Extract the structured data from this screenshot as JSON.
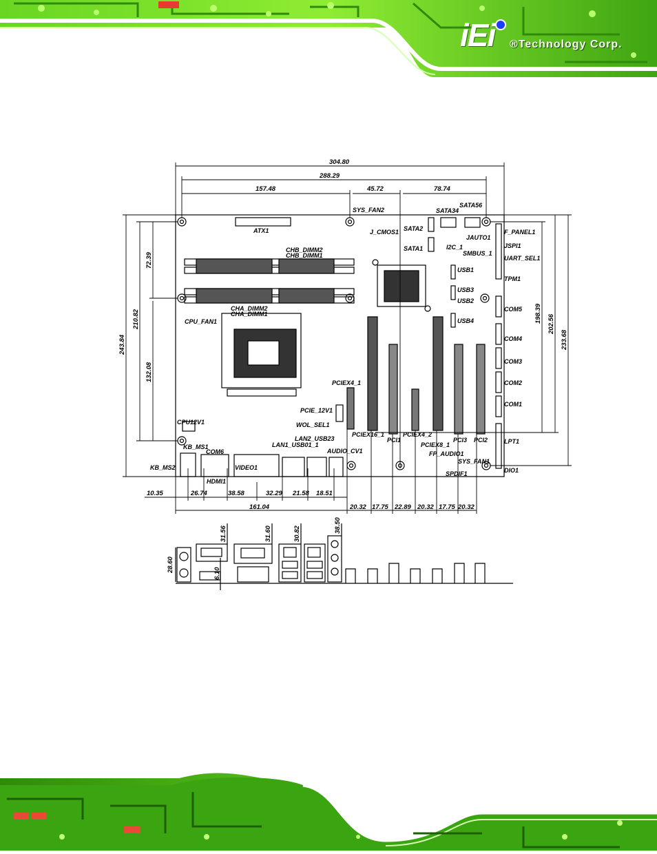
{
  "brand": {
    "logo_text": "iEi",
    "name": "®Technology Corp."
  },
  "diagram": {
    "dimensions": {
      "overall_width": "304.80",
      "hole_span": "288.29",
      "left_span": "157.48",
      "mid_span": "45.72",
      "right_span": "78.74",
      "height_overall": "243.84",
      "height_holes": "210.82",
      "upper_offset": "72.39",
      "lower_offset": "132.08",
      "right_h1": "198.39",
      "right_h2": "202.56",
      "right_h3": "233.68",
      "bottom_left": "10.35",
      "bottom_kb": "26.74",
      "bottom_com": "38.58",
      "bottom_video": "32.29",
      "bottom_lan1": "21.58",
      "bottom_lan2": "18.51",
      "bottom_total": "161.04",
      "slot_a": "20.32",
      "slot_b": "17.75",
      "slot_c": "22.89",
      "slot_d": "20.32",
      "slot_e": "17.75",
      "slot_f": "20.32"
    },
    "io_dimensions": {
      "kb_height": "28.60",
      "com_height": "31.56",
      "hdmi_height": "6.10",
      "video_height": "31.60",
      "lan1_height": "30.82",
      "audio_height": "38.50"
    },
    "labels": {
      "atx1": "ATX1",
      "sys_fan2": "SYS_FAN2",
      "j_cmos1": "J_CMOS1",
      "sata2": "SATA2",
      "sata1": "SATA1",
      "sata34": "SATA34",
      "sata56": "SATA56",
      "f_panel1": "F_PANEL1",
      "jauto1": "JAUTO1",
      "jspi1": "JSPI1",
      "i2c_1": "I2C_1",
      "smbus_1": "SMBUS_1",
      "uart_sel1": "UART_SEL1",
      "chb_dimm2": "CHB_DIMM2",
      "chb_dimm1": "CHB_DIMM1",
      "usb1": "USB1",
      "tpm1": "TPM1",
      "usb3": "USB3",
      "usb2": "USB2",
      "cha_dimm2": "CHA_DIMM2",
      "cha_dimm1": "CHA_DIMM1",
      "com5": "COM5",
      "cpu_fan1": "CPU_FAN1",
      "usb4": "USB4",
      "com4": "COM4",
      "com3": "COM3",
      "pciex4_1": "PCIEX4_1",
      "com2": "COM2",
      "com1": "COM1",
      "pcie_12v1": "PCIE_12V1",
      "cpu12v1": "CPU12V1",
      "wol_sel1": "WOL_SEL1",
      "pciex16_1": "PCIEX16_1",
      "pci1": "PCI1",
      "pciex4_2": "PCIEX4_2",
      "pci3": "PCI3",
      "pci2": "PCI2",
      "lpt1": "LPT1",
      "kb_ms1": "KB_MS1",
      "lan2_usb23": "LAN2_USB23",
      "lan1_usb01_1": "LAN1_USB01_1",
      "audio_cv1": "AUDIO_CV1",
      "pciex8_1": "PCIEX8_1",
      "fp_audio1": "FP_AUDIO1",
      "com6": "COM6",
      "sys_fan1": "SYS_FAN1",
      "kb_ms2": "KB_MS2",
      "video1": "VIDEO1",
      "spdif1": "SPDIF1",
      "dio1": "DIO1",
      "hdmi1": "HDMI1"
    }
  },
  "colors": {
    "pcb_green": "#3fae14",
    "bright_green": "#9cf03a",
    "dark_green": "#1d5e06",
    "line": "#000000",
    "logo_dot": "#1c3cff"
  }
}
